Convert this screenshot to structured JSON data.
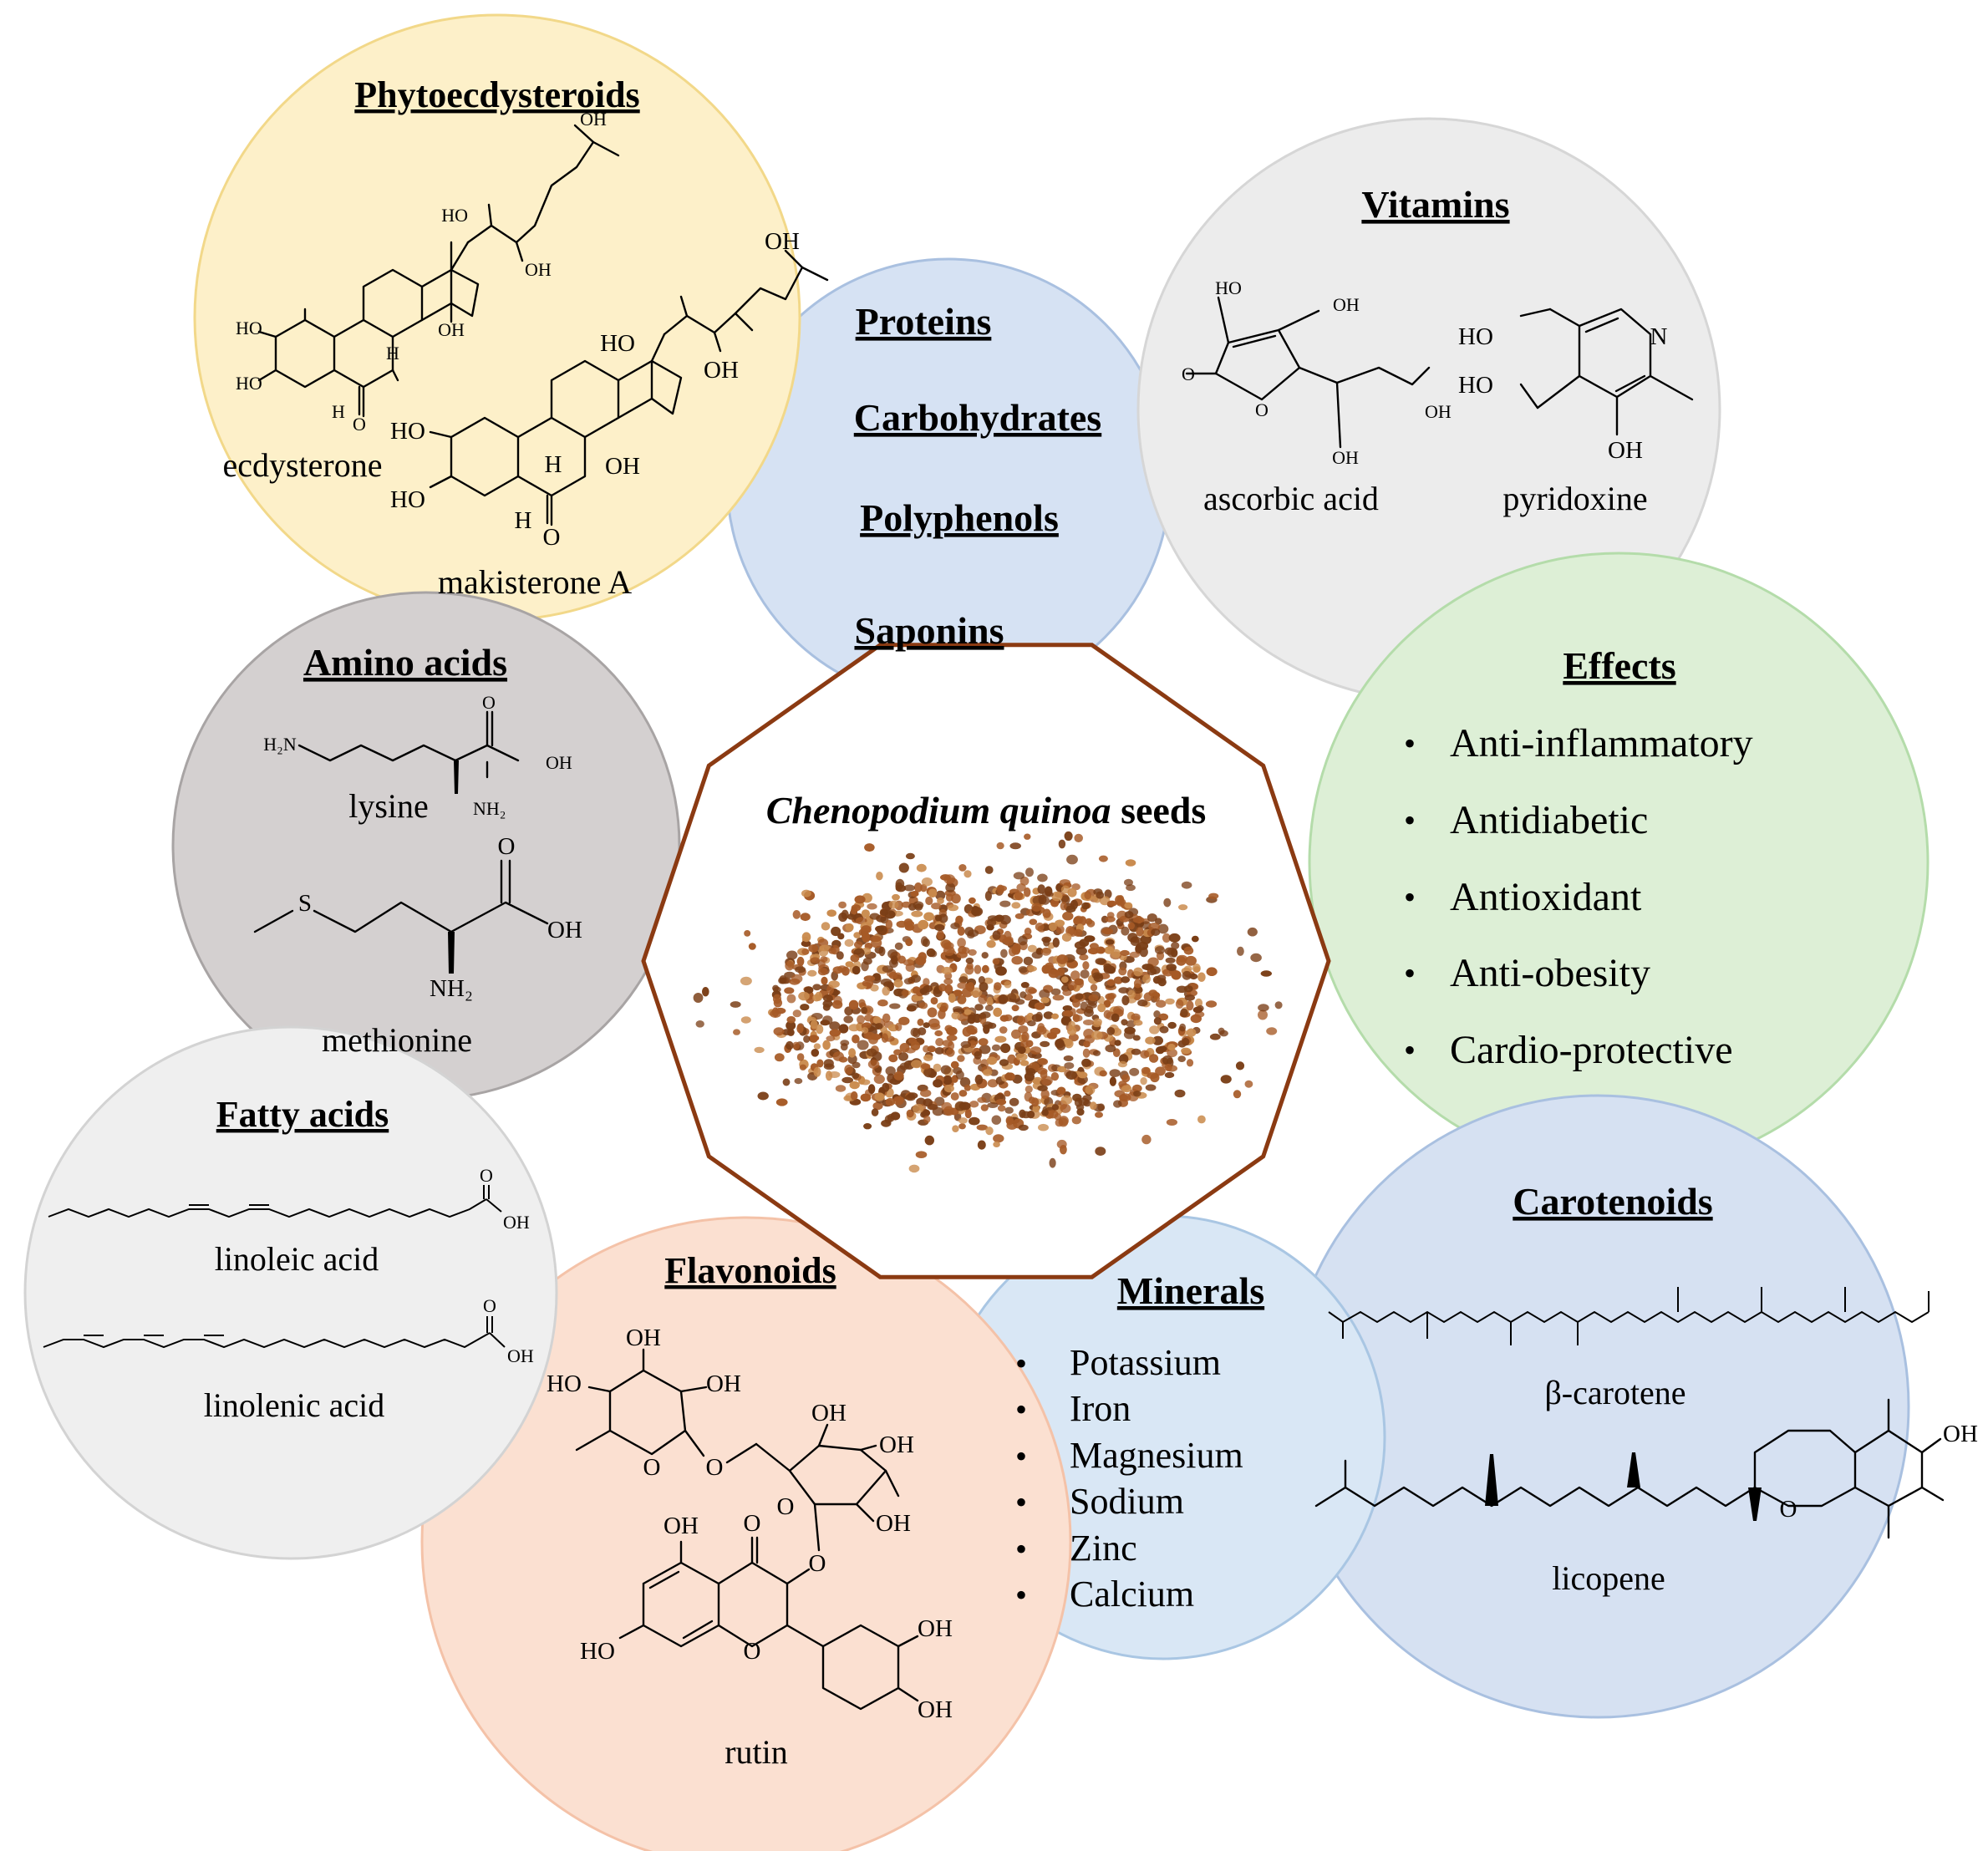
{
  "center": {
    "title_italic": "Chenopodium quinoa",
    "title_rest": " seeds",
    "colors": {
      "outline": "#8b3a12",
      "seed_dark": "#7a3e16",
      "seed_mid": "#a65a26",
      "seed_light": "#c98a4c"
    }
  },
  "phytoecdysteroids": {
    "title": "Phytoecdysteroids",
    "compound1": "ecdysterone",
    "compound2": "makisterone A",
    "color": "#fdf0c9"
  },
  "macros": {
    "items": [
      "Proteins",
      "Carbohydrates",
      "Polyphenols",
      "Saponins"
    ],
    "color": "#d6e2f3"
  },
  "vitamins": {
    "title": "Vitamins",
    "compound1": "ascorbic acid",
    "compound2": "pyridoxine",
    "color": "#ececec"
  },
  "amino_acids": {
    "title": "Amino acids",
    "compound1": "lysine",
    "compound2": "methionine",
    "color": "#d4d0d0"
  },
  "effects": {
    "title": "Effects",
    "items": [
      "Anti-inflammatory",
      "Antidiabetic",
      "Antioxidant",
      "Anti-obesity",
      "Cardio-protective"
    ],
    "color": "#ddefd6"
  },
  "fatty_acids": {
    "title": "Fatty acids",
    "compound1": "linoleic acid",
    "compound2": "linolenic acid",
    "color": "#efefef"
  },
  "flavonoids": {
    "title": "Flavonoids",
    "compound1": "rutin",
    "color": "#fbe0d1"
  },
  "minerals": {
    "title": "Minerals",
    "items": [
      "Potassium",
      "Iron",
      "Magnesium",
      "Sodium",
      "Zinc",
      "Calcium"
    ],
    "color": "#d9e7f5"
  },
  "carotenoids": {
    "title": "Carotenoids",
    "compound1": "β-carotene",
    "compound2": "licopene",
    "color": "#d6e1f2"
  },
  "atoms": {
    "oh": "OH",
    "ho": "HO",
    "o": "O",
    "h": "H",
    "n": "N",
    "s": "S",
    "nh2": "NH₂",
    "h2n": "H₂N"
  }
}
